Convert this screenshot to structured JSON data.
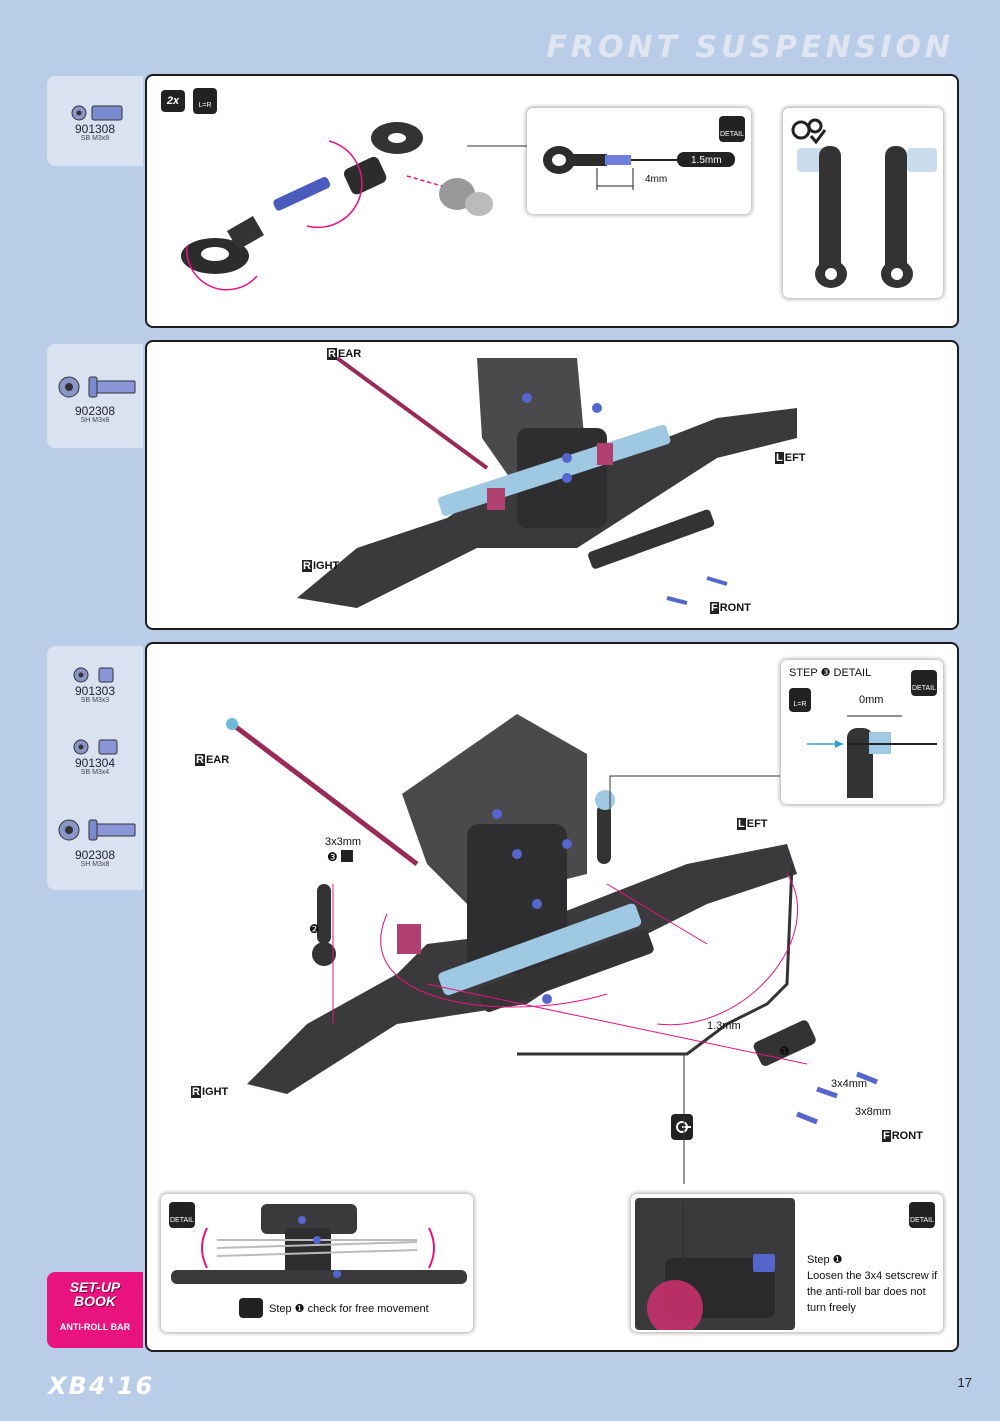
{
  "page": {
    "title": "FRONT SUSPENSION",
    "logo": "XB4'16",
    "page_number": "17"
  },
  "section1": {
    "parts": [
      {
        "number": "901308",
        "desc": "SB M3x8"
      }
    ],
    "badge_qty": "2x",
    "badge_same": "L=R",
    "detail_label": "DETAIL",
    "measure_tool": "1.5mm",
    "measure_length": "4mm"
  },
  "section2": {
    "parts": [
      {
        "number": "902308",
        "desc": "SH M3x8"
      }
    ],
    "labels": {
      "rear": "REAR",
      "left": "LEFT",
      "right": "RIGHT",
      "front": "FRONT"
    }
  },
  "section3": {
    "parts": [
      {
        "number": "901303",
        "desc": "SB M3x3"
      },
      {
        "number": "901304",
        "desc": "SB M3x4"
      },
      {
        "number": "902308",
        "desc": "SH M3x8"
      }
    ],
    "labels": {
      "rear": "REAR",
      "left": "LEFT",
      "right": "RIGHT",
      "front": "FRONT"
    },
    "step3_detail": {
      "title": "STEP ❸ DETAIL",
      "badge": "L=R",
      "measure": "0mm",
      "detail_label": "DETAIL"
    },
    "measures": {
      "setscrew": "3x3mm",
      "gap": "1.3mm",
      "screw_a": "3x4mm",
      "screw_b": "3x8mm"
    },
    "step_markers": {
      "one": "❶",
      "two": "❷",
      "three": "❸"
    },
    "detail_left": {
      "detail_label": "DETAIL",
      "caption": "Step ❶ check for free movement"
    },
    "detail_right": {
      "detail_label": "DETAIL",
      "lines": [
        "Step ❶",
        "Loosen the 3x4 setscrew if",
        "the anti-roll bar does not",
        "turn freely"
      ]
    }
  },
  "setup_book": {
    "title_line1": "SET-UP",
    "title_line2": "BOOK",
    "subtitle": "ANTI-ROLL BAR"
  },
  "colors": {
    "background": "#b9cce8",
    "accent_pink": "#e8137e",
    "part_blue": "#5566cc",
    "rod_magenta": "#9a2a5a"
  }
}
